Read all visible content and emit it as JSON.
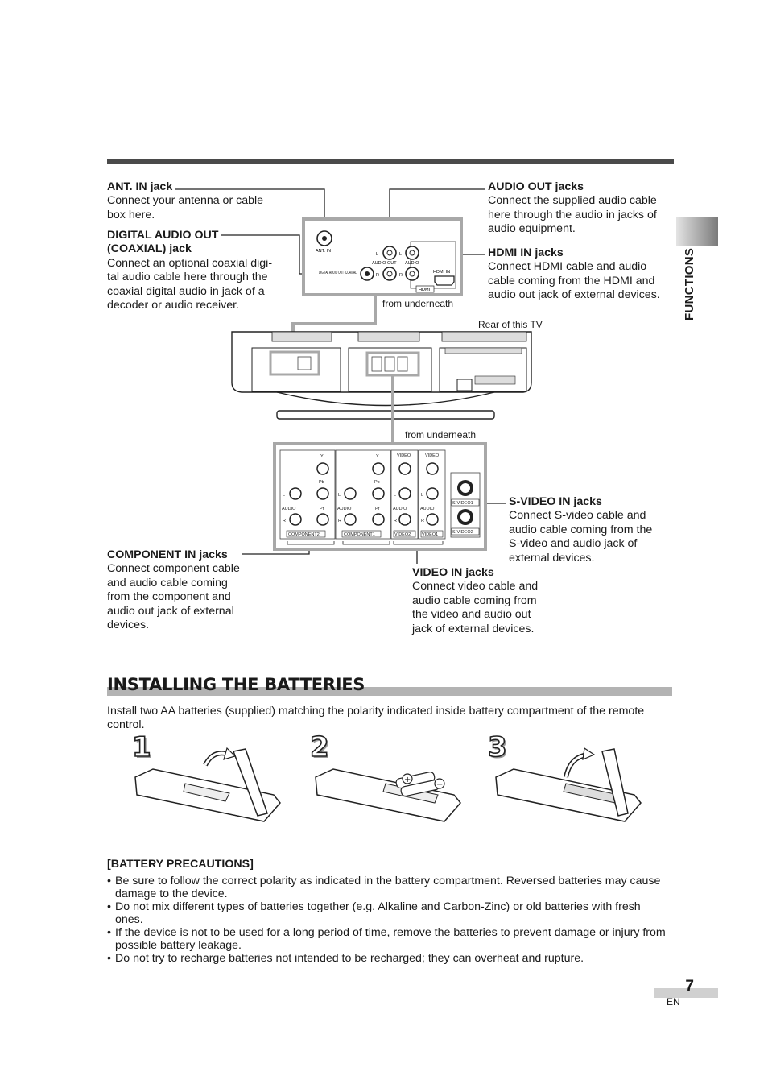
{
  "side_tab": {
    "label": "FUNCTIONS"
  },
  "callouts": {
    "ant_in": {
      "title": "ANT. IN jack",
      "body": "Connect your antenna or cable box here."
    },
    "digital_audio_out": {
      "title_line1": "DIGITAL AUDIO OUT",
      "title_line2": "(COAXIAL) jack",
      "body": "Connect an optional coaxial digi-tal audio cable here through the coaxial digital audio in jack of a decoder or audio receiver."
    },
    "audio_out": {
      "title": "AUDIO OUT jacks",
      "body": "Connect the supplied audio cable here through the audio in jacks of audio equipment."
    },
    "hdmi_in": {
      "title": "HDMI IN jacks",
      "body": "Connect HDMI cable and audio cable coming from the HDMI and audio out jack of external devices."
    },
    "svideo_in": {
      "title": "S-VIDEO IN jacks",
      "body": "Connect S-video cable and audio cable coming from the S-video and audio jack of external devices."
    },
    "component_in": {
      "title": "COMPONENT IN jacks",
      "body": "Connect component cable and audio cable coming from the component and audio out jack of external devices."
    },
    "video_in": {
      "title": "VIDEO IN jacks",
      "body": "Connect video cable and audio cable coming from the video and audio out jack of external devices."
    }
  },
  "diagram_labels": {
    "from_underneath_top": "from underneath",
    "rear_of_tv": "Rear of this TV",
    "from_underneath_bottom": "from underneath",
    "top_panel": {
      "ant_in": "ANT. IN",
      "digital_audio_out": "DIGITAL AUDIO OUT (COAXIAL)",
      "audio_out": "AUDIO OUT",
      "audio": "AUDIO",
      "hdmi_in": "HDMI IN",
      "hdmi": "HDMI",
      "l": "L",
      "r": "R"
    },
    "bottom_panel": {
      "y": "Y",
      "pb": "Pb",
      "pr": "Pr",
      "video": "VIDEO",
      "audio": "AUDIO",
      "l": "L",
      "r": "R",
      "component2": "COMPONENT2",
      "component1": "COMPONENT1",
      "video2": "VIDEO2",
      "video1": "VIDEO1",
      "svideo1": "S-VIDEO1",
      "svideo2": "S-VIDEO2"
    }
  },
  "batteries": {
    "title": "INSTALLING THE BATTERIES",
    "intro": "Install two AA batteries (supplied) matching the polarity indicated inside battery compartment of the remote control.",
    "steps": [
      "1",
      "2",
      "3"
    ],
    "precautions_title": "[BATTERY PRECAUTIONS]",
    "precautions": [
      "Be sure to follow the correct polarity as indicated in the battery compartment. Reversed batteries may cause damage to the device.",
      "Do not mix different types of batteries together (e.g. Alkaline and Carbon-Zinc) or old batteries with fresh ones.",
      "If the device is not to be used for a long period of time, remove the batteries to prevent damage or injury from possible battery leakage.",
      "Do not try to recharge batteries not intended to be recharged; they can overheat and rupture."
    ]
  },
  "footer": {
    "page_number": "7",
    "lang": "EN"
  }
}
